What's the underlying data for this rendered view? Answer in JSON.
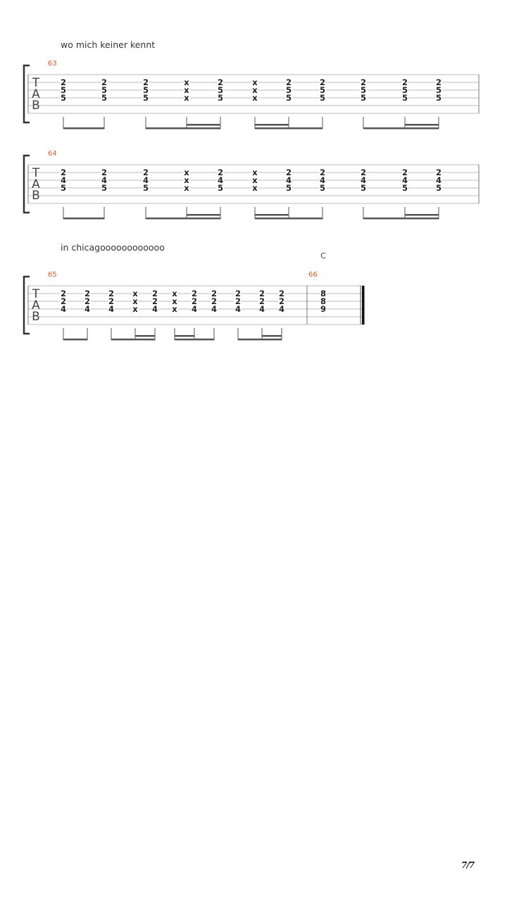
{
  "tab_label": [
    "T",
    "A",
    "B"
  ],
  "systems": [
    {
      "lyric": "wo mich keiner kennt",
      "measures": [
        {
          "number": "63",
          "chord": "",
          "notes": [
            [
              "2",
              "5",
              "5"
            ],
            [
              "2",
              "5",
              "5"
            ],
            [
              "2",
              "5",
              "5"
            ],
            [
              "x",
              "x",
              "x"
            ],
            [
              "2",
              "5",
              "5"
            ],
            [
              "x",
              "x",
              "x"
            ],
            [
              "2",
              "5",
              "5"
            ],
            [
              "2",
              "5",
              "5"
            ],
            [
              "2",
              "5",
              "5"
            ],
            [
              "2",
              "5",
              "5"
            ],
            [
              "2",
              "5",
              "5"
            ]
          ],
          "beam_groups": [
            [
              0,
              1
            ],
            [
              2,
              3,
              4
            ],
            [
              5,
              6,
              7
            ],
            [
              8,
              9,
              10
            ]
          ],
          "sixteenth_pairs": [
            [
              3,
              4
            ],
            [
              5,
              6
            ],
            [
              9,
              10
            ]
          ]
        }
      ]
    },
    {
      "lyric": "",
      "measures": [
        {
          "number": "64",
          "chord": "",
          "notes": [
            [
              "2",
              "4",
              "5"
            ],
            [
              "2",
              "4",
              "5"
            ],
            [
              "2",
              "4",
              "5"
            ],
            [
              "x",
              "x",
              "x"
            ],
            [
              "2",
              "4",
              "5"
            ],
            [
              "x",
              "x",
              "x"
            ],
            [
              "2",
              "4",
              "5"
            ],
            [
              "2",
              "4",
              "5"
            ],
            [
              "2",
              "4",
              "5"
            ],
            [
              "2",
              "4",
              "5"
            ],
            [
              "2",
              "4",
              "5"
            ]
          ],
          "beam_groups": [
            [
              0,
              1
            ],
            [
              2,
              3,
              4
            ],
            [
              5,
              6,
              7
            ],
            [
              8,
              9,
              10
            ]
          ],
          "sixteenth_pairs": [
            [
              3,
              4
            ],
            [
              5,
              6
            ],
            [
              9,
              10
            ]
          ]
        }
      ]
    },
    {
      "lyric": "in chicagoooooooooooo",
      "measures": [
        {
          "number": "65",
          "chord": "",
          "notes": [
            [
              "2",
              "2",
              "4"
            ],
            [
              "2",
              "2",
              "4"
            ],
            [
              "2",
              "2",
              "4"
            ],
            [
              "x",
              "x",
              "x"
            ],
            [
              "2",
              "2",
              "4"
            ],
            [
              "x",
              "x",
              "x"
            ],
            [
              "2",
              "2",
              "4"
            ],
            [
              "2",
              "2",
              "4"
            ],
            [
              "2",
              "2",
              "4"
            ],
            [
              "2",
              "2",
              "4"
            ],
            [
              "2",
              "2",
              "4"
            ]
          ],
          "beam_groups": [
            [
              0,
              1
            ],
            [
              2,
              3,
              4
            ],
            [
              5,
              6,
              7
            ],
            [
              8,
              9,
              10
            ]
          ],
          "sixteenth_pairs": [
            [
              3,
              4
            ],
            [
              5,
              6
            ],
            [
              9,
              10
            ]
          ]
        },
        {
          "number": "66",
          "chord": "C",
          "notes": [
            [
              "8",
              "8",
              "9"
            ]
          ]
        }
      ]
    }
  ],
  "page_number": "7/7"
}
